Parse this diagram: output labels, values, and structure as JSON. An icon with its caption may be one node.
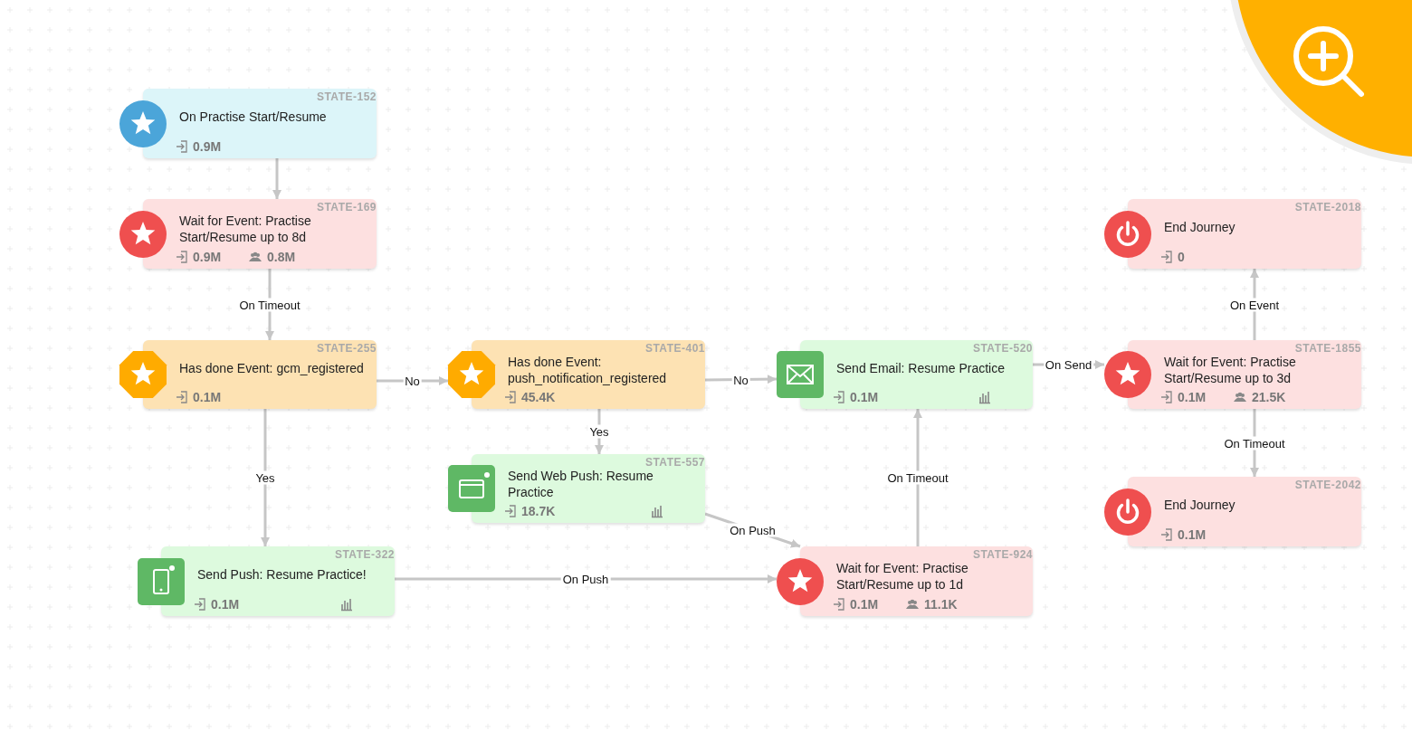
{
  "diagram": {
    "nodes": [
      {
        "text": [
          "STATE-152",
          "On Practise Start/Resume",
          "0.9M"
        ]
      },
      {
        "text": [
          "STATE-169",
          "Wait for Event: Practise Start/Resume up to 8d",
          "0.9M",
          "0.8M"
        ]
      },
      {
        "text": [
          "STATE-255",
          "Has done Event: gcm_registered",
          "0.1M"
        ]
      },
      {
        "text": [
          "STATE-401",
          "Has done Event: push_notification_registered",
          "45.4K"
        ]
      },
      {
        "text": [
          "STATE-520",
          "Send Email: Resume Practice",
          "0.1M"
        ]
      },
      {
        "text": [
          "STATE-557",
          "Send Web Push: Resume Practice",
          "18.7K"
        ]
      },
      {
        "text": [
          "STATE-322",
          "Send Push: Resume Practice!",
          "0.1M"
        ]
      },
      {
        "text": [
          "STATE-924",
          "Wait for Event: Practise Start/Resume up to 1d",
          "0.1M",
          "11.1K"
        ]
      },
      {
        "text": [
          "STATE-2018",
          "End Journey",
          "0"
        ]
      },
      {
        "text": [
          "STATE-1855",
          "Wait for Event: Practise Start/Resume up to 3d",
          "0.1M",
          "21.5K"
        ]
      },
      {
        "text": [
          "STATE-2042",
          "End Journey",
          "0.1M"
        ]
      }
    ],
    "edges": [
      {
        "from": 0,
        "to": 1,
        "arrow": "to"
      },
      {
        "from": 1,
        "to": 2,
        "arrow": "to",
        "label": "On Timeout"
      },
      {
        "from": 2,
        "to": 3,
        "arrow": "to",
        "label": "No"
      },
      {
        "from": 3,
        "to": 4,
        "arrow": "to",
        "label": "No"
      },
      {
        "from": 2,
        "to": 6,
        "arrow": "to",
        "label": "Yes"
      },
      {
        "from": 3,
        "to": 5,
        "arrow": "to",
        "label": "Yes"
      },
      {
        "from": 5,
        "to": 7,
        "arrow": "to",
        "label": "On Push"
      },
      {
        "from": 6,
        "to": 7,
        "arrow": "to",
        "label": "On Push"
      },
      {
        "from": 7,
        "to": 4,
        "arrow": "to",
        "label": "On Timeout"
      },
      {
        "from": 4,
        "to": 9,
        "arrow": "to",
        "label": "On Send"
      },
      {
        "from": 9,
        "to": 8,
        "arrow": "to",
        "label": "On Event"
      },
      {
        "from": 9,
        "to": 10,
        "arrow": "to",
        "label": "On Timeout"
      }
    ]
  }
}
